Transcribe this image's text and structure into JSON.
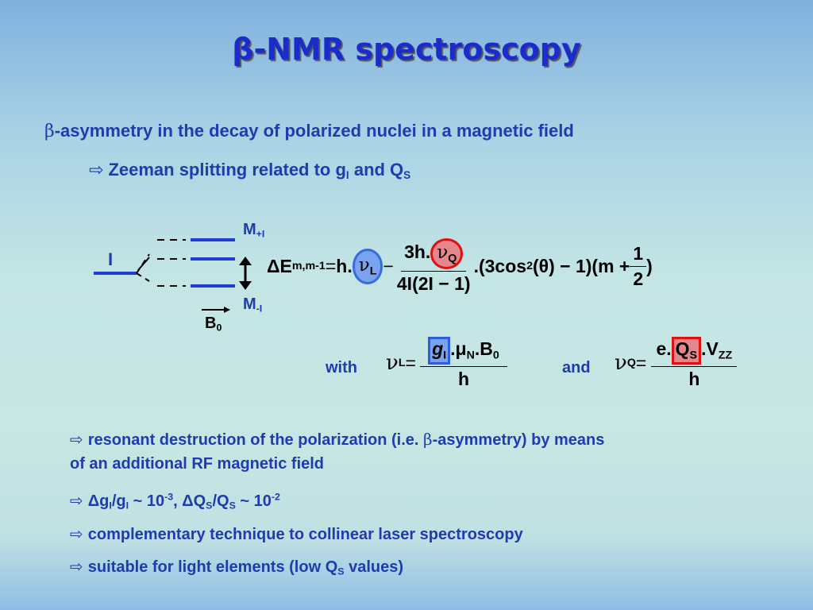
{
  "title": {
    "prefix": "β",
    "text": "-NMR spectroscopy"
  },
  "line1": {
    "beta": "β",
    "text": "-asymmetry in the decay of polarized nuclei in a magnetic field"
  },
  "line2": {
    "arrow": "⇨",
    "text": "Zeeman splitting related to g",
    "g_sub": "I",
    "and": " and Q",
    "q_sub": "S"
  },
  "diagram": {
    "I_label": "I",
    "M_top": "M",
    "M_top_sub": "+I",
    "M_bot": "M",
    "M_bot_sub": "-I",
    "B": "B",
    "B_sub": "0"
  },
  "eq1": {
    "delta_e": "ΔE",
    "delta_e_sub": "m,m-1",
    "eq": " = ",
    "h": "h.",
    "nu": "ν",
    "nu_L_sub": "L",
    "minus": " − ",
    "num": "3h.",
    "nu_Q": "ν",
    "nu_Q_sub": "Q",
    "den": "4I(2I − 1)",
    "tail_a": ".(3cos",
    "tail_sup": "2",
    "tail_b": "(θ) − 1)(m + ",
    "half_num": "1",
    "half_den": "2",
    "close": ")"
  },
  "eq2": {
    "with": "with",
    "nu": "ν",
    "nu_sub": "L",
    "eq": " = ",
    "g": "g",
    "g_sub": "I",
    "mu_part": ".μ",
    "mu_sub": "N",
    "b_part": ".B",
    "b_sub": "0",
    "den": "h"
  },
  "eq3": {
    "and": "and",
    "nu": "ν",
    "nu_sub": "Q",
    "eq": " = ",
    "e": "e.",
    "q": "Q",
    "q_sub": "S",
    "v": ".V",
    "v_sub": "ZZ",
    "den": "h"
  },
  "bullets": [
    {
      "arrow": "⇨",
      "text_a": "resonant destruction of the polarization (i.e. ",
      "beta": "β",
      "text_b": "-asymmetry) by means",
      "text_c": "of an additional RF magnetic field"
    },
    {
      "arrow": "⇨",
      "d1": "Δg",
      "s1": "I",
      "slash": "/g",
      "s2": "I",
      "tilde1": " ~ 10",
      "p1": "-3",
      "comma": ", ΔQ",
      "s3": "S",
      "slash2": "/Q",
      "s4": "S",
      "tilde2": " ~ 10",
      "p2": "-2"
    },
    {
      "arrow": "⇨",
      "text": "complementary technique to collinear laser spectroscopy"
    },
    {
      "arrow": "⇨",
      "text": "suitable for light elements (low Q",
      "sub": "S",
      "tail": " values)"
    }
  ]
}
